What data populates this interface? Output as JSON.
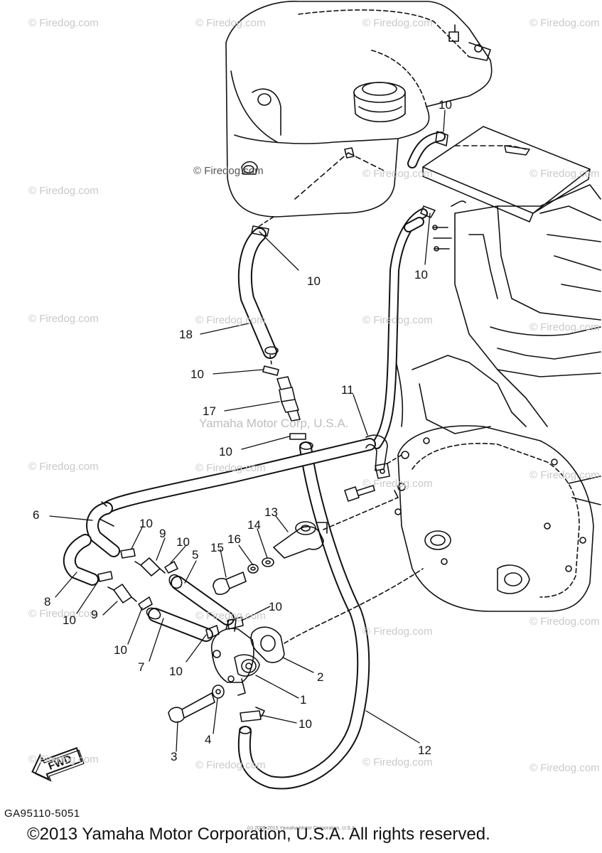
{
  "watermark_text": "© Firedog.com",
  "center_watermark": "Yamaha Motor Corp, U.S.A.",
  "diagram_code": "GA95110-5051",
  "copyright": "©2013 Yamaha Motor Corporation, U.S.A. All rights reserved.",
  "tiny_copyright": "(c) 2005-2015 Yamaha Motor Corporation, U.S.A.",
  "fwd_label": "FWD",
  "callouts": {
    "c10_top_right": "10",
    "c10_clamp_upper": "10",
    "c10_right_hose": "10",
    "c18": "18",
    "c10_a": "10",
    "c11": "11",
    "c17": "17",
    "c10_b": "10",
    "c6": "6",
    "c13": "13",
    "c10_c": "10",
    "c9_a": "9",
    "c10_d": "10",
    "c5": "5",
    "c16": "16",
    "c14": "14",
    "c15": "15",
    "c8": "8",
    "c10_e": "10",
    "c9_b": "9",
    "c10_f": "10",
    "c10_g": "10",
    "c7": "7",
    "c10_h": "10",
    "c2": "2",
    "c1": "1",
    "c10_i": "10",
    "c4": "4",
    "c3": "3",
    "c12": "12"
  }
}
